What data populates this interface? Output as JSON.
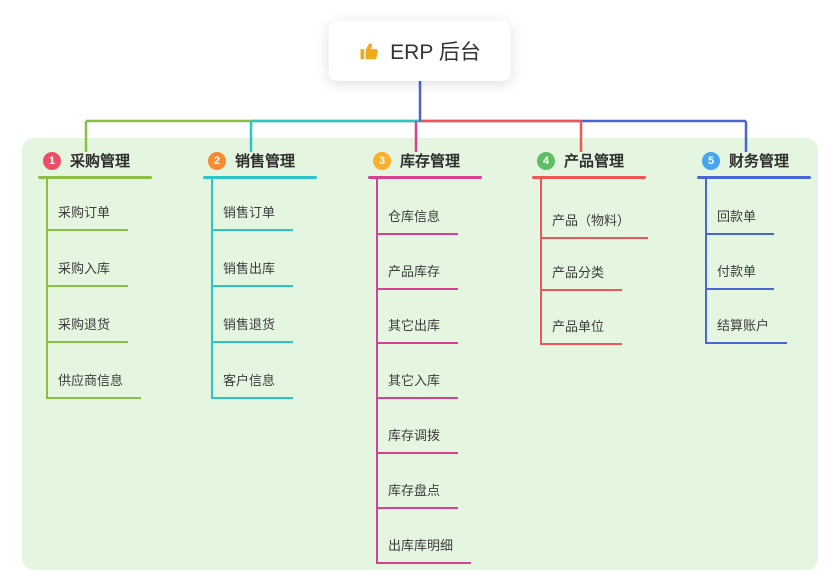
{
  "root": {
    "label": "ERP 后台",
    "icon": "thumbs-up"
  },
  "colors": {
    "page_bg": "#ffffff",
    "panel_bg": "#e4f6df",
    "root_connector": "#4a66d4",
    "node_bg": "#ffffff",
    "icon_color": "#f2a81d",
    "text_color": "#333333"
  },
  "branches": [
    {
      "index": "1",
      "label": "采购管理",
      "line_color": "#8bbf44",
      "badge_color": "#ec4f63",
      "children": [
        "采购订单",
        "采购入库",
        "采购退货",
        "供应商信息"
      ]
    },
    {
      "index": "2",
      "label": "销售管理",
      "line_color": "#2cc6c9",
      "badge_color": "#f68b33",
      "children": [
        "销售订单",
        "销售出库",
        "销售退货",
        "客户信息"
      ]
    },
    {
      "index": "3",
      "label": "库存管理",
      "line_color": "#d8418f",
      "badge_color": "#fcaf2c",
      "children": [
        "仓库信息",
        "产品库存",
        "其它出库",
        "其它入库",
        "库存调拨",
        "库存盘点",
        "出库库明细"
      ]
    },
    {
      "index": "4",
      "label": "产品管理",
      "line_color": "#ef5654",
      "badge_color": "#62bd67",
      "children": [
        "产品（物料）",
        "产品分类",
        "产品单位"
      ]
    },
    {
      "index": "5",
      "label": "财务管理",
      "line_color": "#4a66d4",
      "badge_color": "#47a4ee",
      "children": [
        "回款单",
        "付款单",
        "结算账户"
      ]
    }
  ]
}
